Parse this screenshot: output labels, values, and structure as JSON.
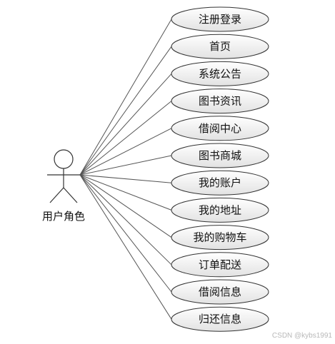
{
  "actor": {
    "label": "用户角色"
  },
  "use_cases": [
    {
      "label": "注册登录"
    },
    {
      "label": "首页"
    },
    {
      "label": "系统公告"
    },
    {
      "label": "图书资讯"
    },
    {
      "label": "借阅中心"
    },
    {
      "label": "图书商城"
    },
    {
      "label": "我的账户"
    },
    {
      "label": "我的地址"
    },
    {
      "label": "我的购物车"
    },
    {
      "label": "订单配送"
    },
    {
      "label": "借阅信息"
    },
    {
      "label": "归还信息"
    }
  ],
  "colors": {
    "line": "#555555",
    "ellipse_fill_top": "#ffffff",
    "ellipse_fill_bottom": "#e2e2e2",
    "stroke": "#333333"
  },
  "watermark": "CSDN @kybs1991"
}
